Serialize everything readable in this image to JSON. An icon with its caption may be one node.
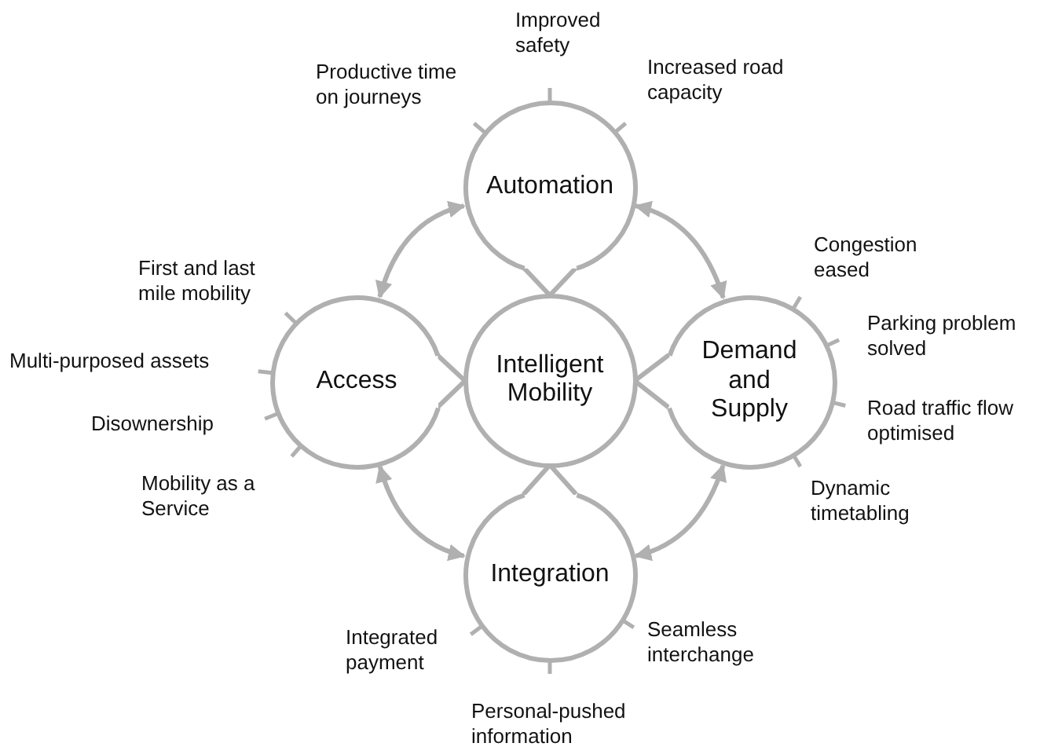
{
  "diagram": {
    "nodes": [
      {
        "text": [
          "Automation"
        ],
        "beside": [
          "Productive time on journeys",
          "Improved safety",
          "Increased road capacity"
        ]
      },
      {
        "text": [
          "Access"
        ],
        "beside": [
          "First and last mile mobility",
          "Multi-purposed assets",
          "Disownership",
          "Mobility as a Service"
        ]
      },
      {
        "text": [
          "Intelligent Mobility"
        ]
      },
      {
        "text": [
          "Demand and Supply"
        ],
        "beside": [
          "Congestion eased",
          "Parking problem solved",
          "Road traffic flow optimised",
          "Dynamic timetabling"
        ]
      },
      {
        "text": [
          "Integration"
        ],
        "beside": [
          "Integrated payment",
          "Seamless interchange",
          "Personal-pushed information"
        ]
      }
    ],
    "edges": [
      {
        "from": 0,
        "to": 1,
        "arrow": "both"
      },
      {
        "from": 0,
        "to": 3,
        "arrow": "both"
      },
      {
        "from": 1,
        "to": 4,
        "arrow": "both"
      },
      {
        "from": 3,
        "to": 4,
        "arrow": "both"
      },
      {
        "from": 0,
        "to": 2,
        "arrow": "none"
      },
      {
        "from": 1,
        "to": 2,
        "arrow": "none"
      },
      {
        "from": 3,
        "to": 2,
        "arrow": "none"
      },
      {
        "from": 4,
        "to": 2,
        "arrow": "none"
      }
    ]
  }
}
